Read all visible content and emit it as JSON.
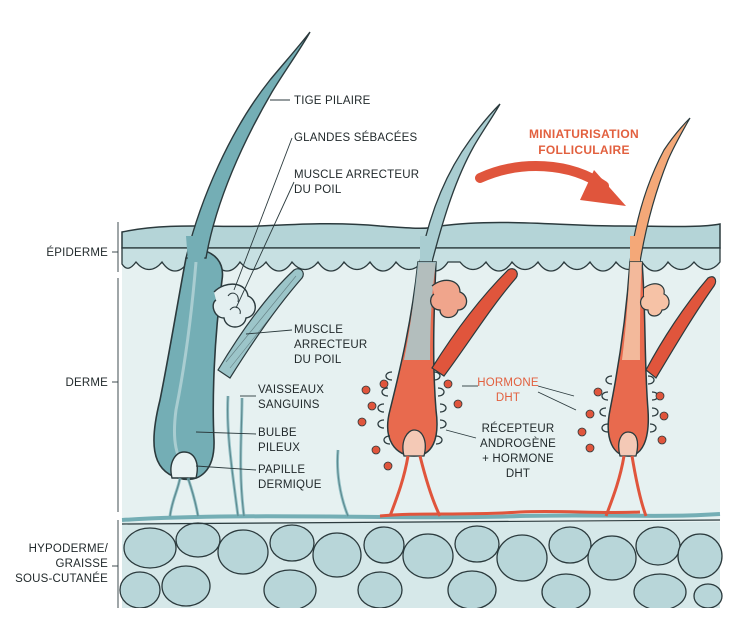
{
  "colors": {
    "teal": "#74aeb5",
    "teal_light": "#b4d4d7",
    "teal_pale": "#d3e6e7",
    "red": "#e0553c",
    "red_light": "#f0a58c",
    "orange": "#f4a878",
    "outline": "#2b3a3d",
    "label": "#222a2c",
    "accent_text": "#e2603f"
  },
  "layers": {
    "epidermis": "ÉPIDERME",
    "dermis": "DERME",
    "hypodermis": [
      "HYPODERME/",
      "GRAISSE",
      "SOUS-CUTANÉE"
    ]
  },
  "labels": {
    "hair_shaft": "TIGE PILAIRE",
    "sebaceous_glands": "GLANDES SÉBACÉES",
    "arrector_top": [
      "MUSCLE ARRECTEUR",
      "DU POIL"
    ],
    "arrector_mid": [
      "MUSCLE",
      "ARRECTEUR",
      "DU POIL"
    ],
    "blood_vessels": [
      "VAISSEAUX",
      "SANGUINS"
    ],
    "hair_bulb": [
      "BULBE",
      "PILEUX"
    ],
    "dermal_papilla": [
      "PAPILLE",
      "DERMIQUE"
    ],
    "hormone_dht": [
      "HORMONE",
      "DHT"
    ],
    "receptor": [
      "RÉCEPTEUR",
      "ANDROGÈNE",
      "+ HORMONE",
      "DHT"
    ]
  },
  "title": [
    "MINIATURISATION",
    "FOLLICULAIRE"
  ]
}
